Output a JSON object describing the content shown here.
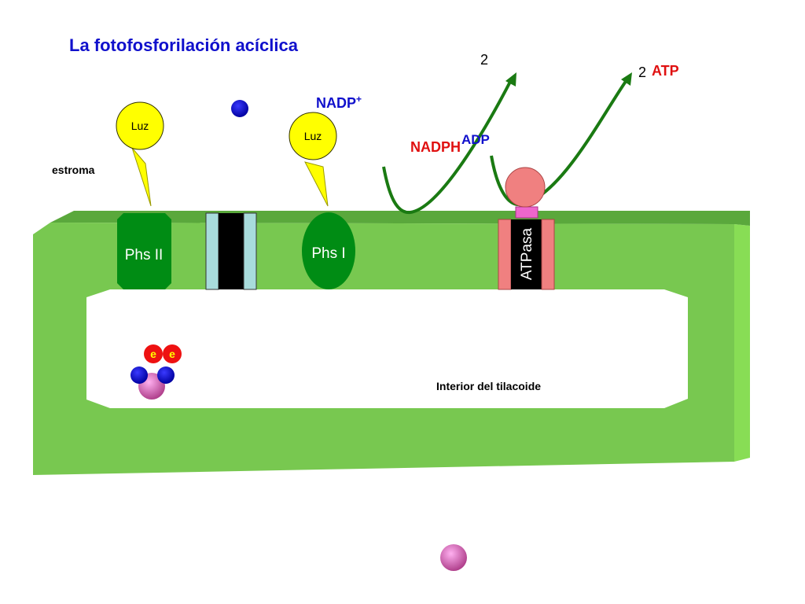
{
  "title": "La fotofosforilación acíclica",
  "labels": {
    "stroma": "estroma",
    "thylakoid_interior": "Interior del tilacoide",
    "light_1": "Luz",
    "light_2": "Luz",
    "photosystem_2": "Phs II",
    "photosystem_1": "Phs I",
    "atp_synthase": "ATPasa",
    "nadp_plus": "NADP",
    "nadp_plus_sup": "+",
    "nadph": "NADPH",
    "adp": "ADP",
    "atp": "ATP",
    "coefficient_nadph": "2",
    "coefficient_atp": "2",
    "electron_1": "e",
    "electron_2": "e"
  },
  "colors": {
    "title": "#1010cc",
    "membrane": "#78c850",
    "membrane_right_face": "#88dd55",
    "photosystem": "#008c14",
    "light": "#ffff00",
    "arrow": "#1a7a12",
    "cytochrome_side": "#a8dcdc",
    "atpase_pink": "#f08080",
    "atpase_pink_neck": "#ee66cc",
    "red_text": "#e01010",
    "blue_text": "#1010cc",
    "electron": "#ee1111",
    "electron_text": "#ffff00",
    "proton": "#1010cc",
    "oxygen": "#d46ac8"
  }
}
